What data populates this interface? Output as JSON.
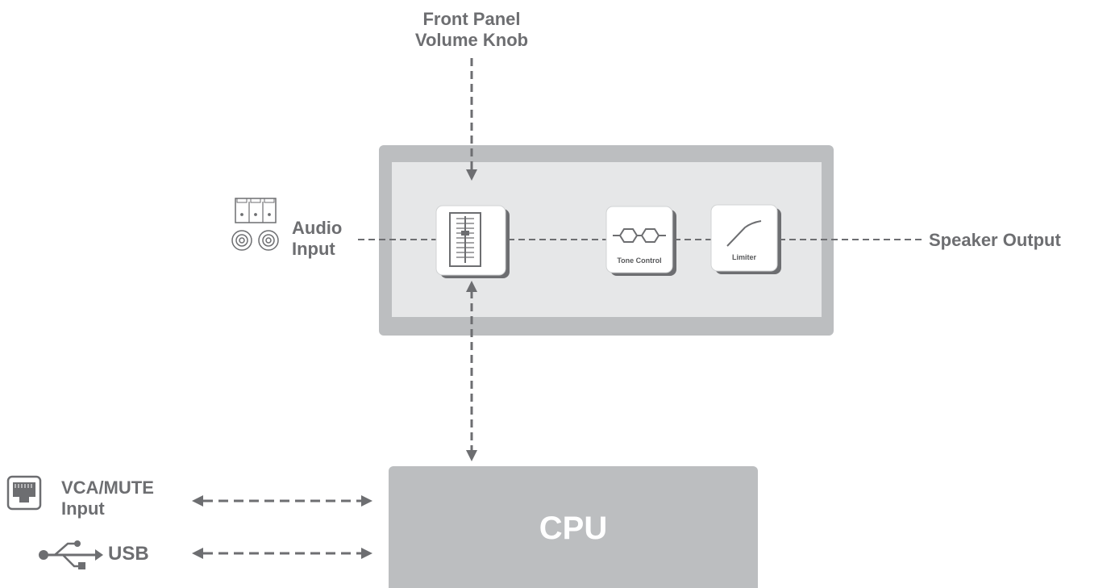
{
  "labels": {
    "front_panel_line1": "Front Panel",
    "front_panel_line2": "Volume Knob",
    "audio_input_line1": "Audio",
    "audio_input_line2": "Input",
    "speaker_output": "Speaker Output",
    "vca_mute_line1": "VCA/MUTE",
    "vca_mute_line2": "Input",
    "usb": "USB",
    "cpu": "CPU",
    "tone_control": "Tone Control",
    "limiter": "Limiter"
  },
  "colors": {
    "text": "#6d6e71",
    "line": "#6d6e71",
    "frame_outer": "#bcbec0",
    "frame_inner": "#e6e7e8",
    "cpu_box": "#bcbec0",
    "block_fill": "#ffffff",
    "block_shadow": "#6d6e71"
  },
  "icons": {
    "audio_input": "terminal-block-and-rca-icon",
    "volume": "fader-icon",
    "tone_control": "eq-filter-icon",
    "limiter": "limiter-curve-icon",
    "vca_mute": "rj45-port-icon",
    "usb": "usb-symbol-icon"
  }
}
